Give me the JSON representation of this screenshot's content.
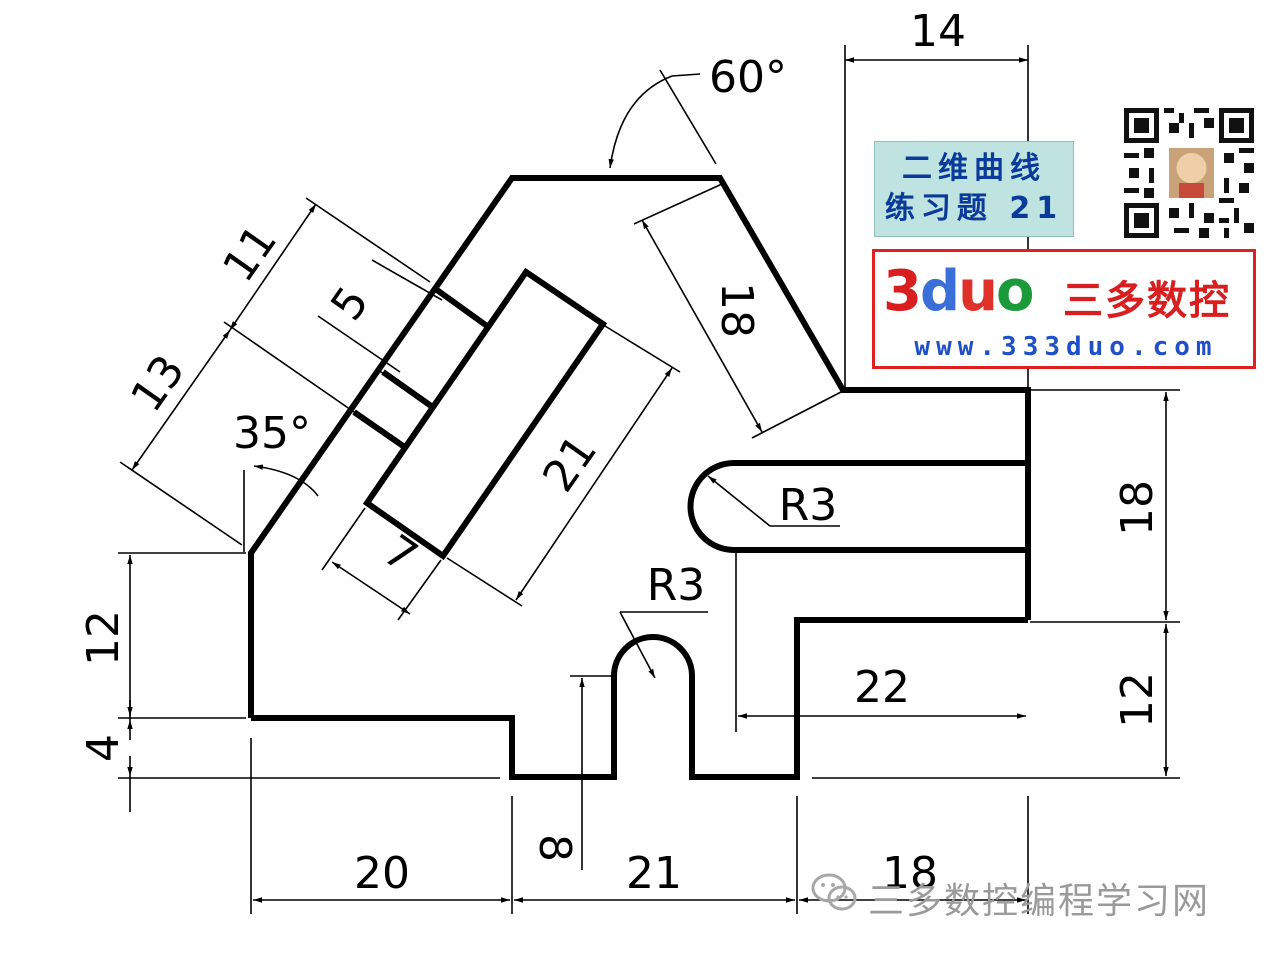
{
  "title": {
    "line1": "二维曲线",
    "line2": "练习题 21"
  },
  "brand": {
    "logo": {
      "p1": "3",
      "p2": "d",
      "p3": "u",
      "p4": "o"
    },
    "name": "三多数控",
    "url": "www.333duo.com"
  },
  "watermark": "三多数控编程学习网",
  "dimensions": {
    "top_width": "14",
    "angle_top": "60°",
    "slot_length": "18",
    "side_11": "11",
    "side_5": "5",
    "side_13": "13",
    "angle_left": "35°",
    "rect_length": "21",
    "rect_width": "7",
    "radius_right": "R3",
    "radius_bottom": "R3",
    "height_18": "18",
    "height_12_right": "12",
    "height_12_left": "12",
    "height_4": "4",
    "width_22": "22",
    "width_20": "20",
    "width_21": "21",
    "width_18": "18",
    "height_8": "8"
  },
  "icons": {
    "qr": "qr-code-icon",
    "wechat": "wechat-icon"
  }
}
